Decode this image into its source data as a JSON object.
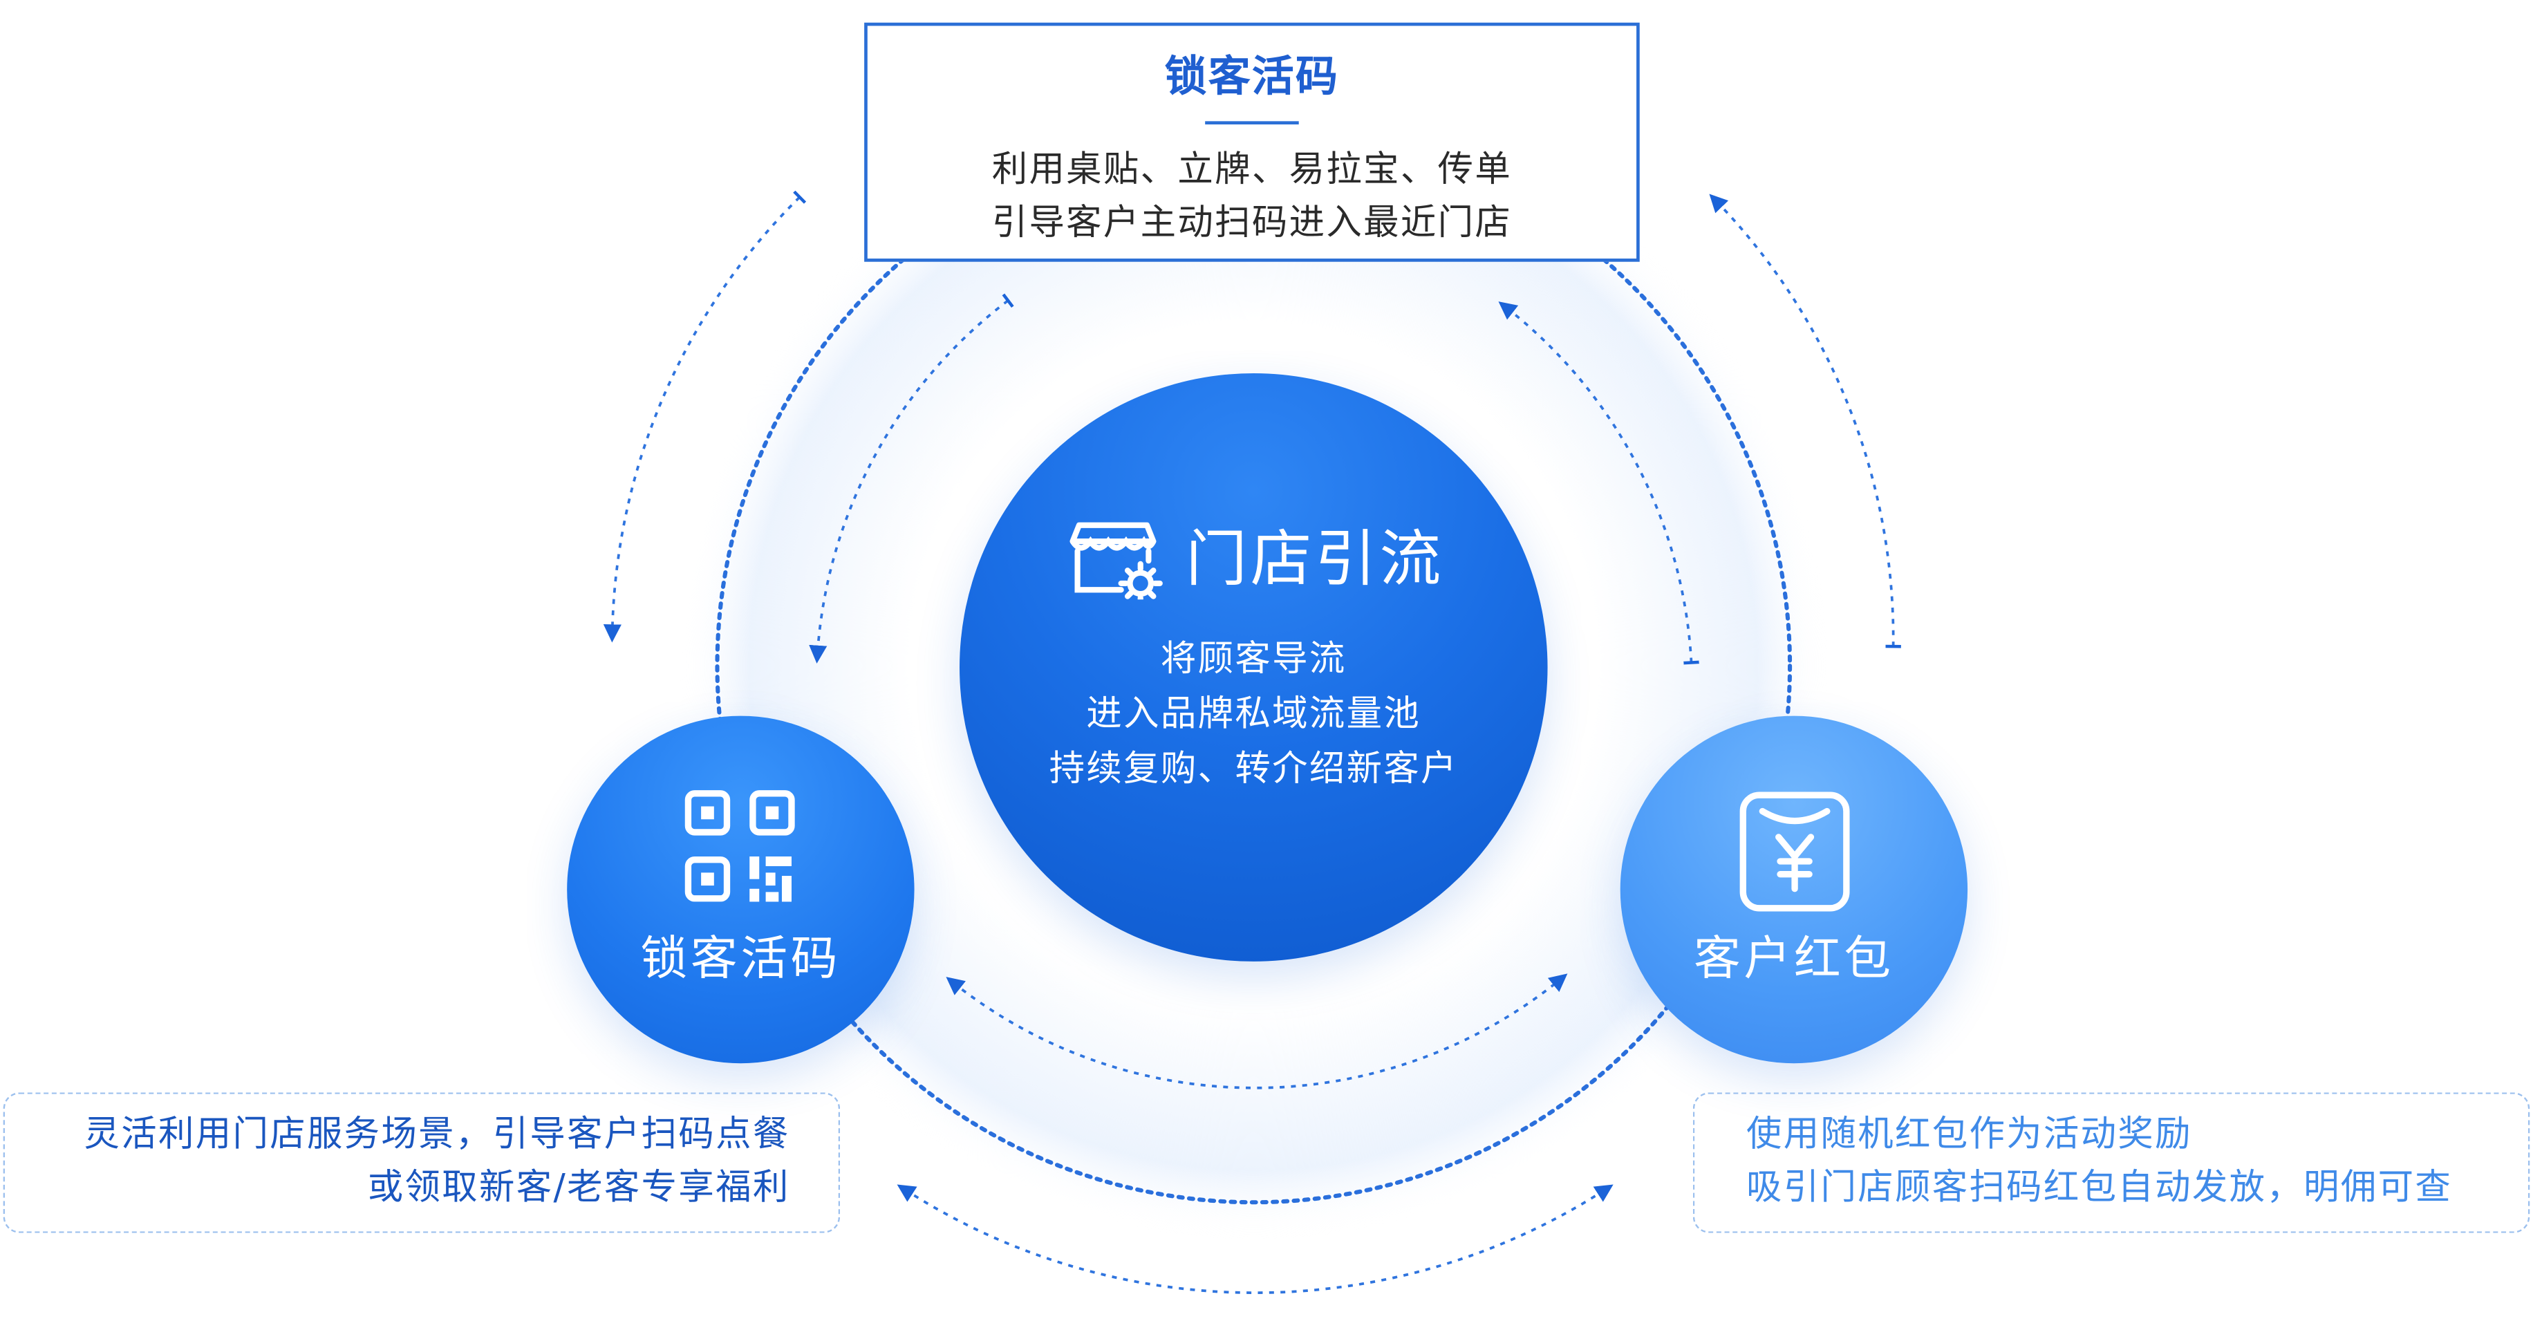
{
  "colors": {
    "primary": "#1b6fe6",
    "dark_blue": "#1f5fd0",
    "light_blue": "#4a9af8",
    "dotted_line": "#2a6fdc"
  },
  "top_box": {
    "title": "锁客活码",
    "lines": [
      "利用桌贴、立牌、易拉宝、传单",
      "引导客户主动扫码进入最近门店"
    ]
  },
  "center": {
    "icon": "store-gear-icon",
    "title": "门店引流",
    "lines": [
      "将顾客导流",
      "进入品牌私域流量池",
      "持续复购、转介绍新客户"
    ]
  },
  "left_node": {
    "icon": "qr-code-icon",
    "label": "锁客活码"
  },
  "right_node": {
    "icon": "red-envelope-yuan-icon",
    "label": "客户红包"
  },
  "left_desc": {
    "lines": [
      "灵活利用门店服务场景，引导客户扫码点餐",
      "或领取新客/老客专享福利"
    ]
  },
  "right_desc": {
    "lines": [
      "使用随机红包作为活动奖励",
      "吸引门店顾客扫码红包自动发放，明佣可查"
    ]
  }
}
